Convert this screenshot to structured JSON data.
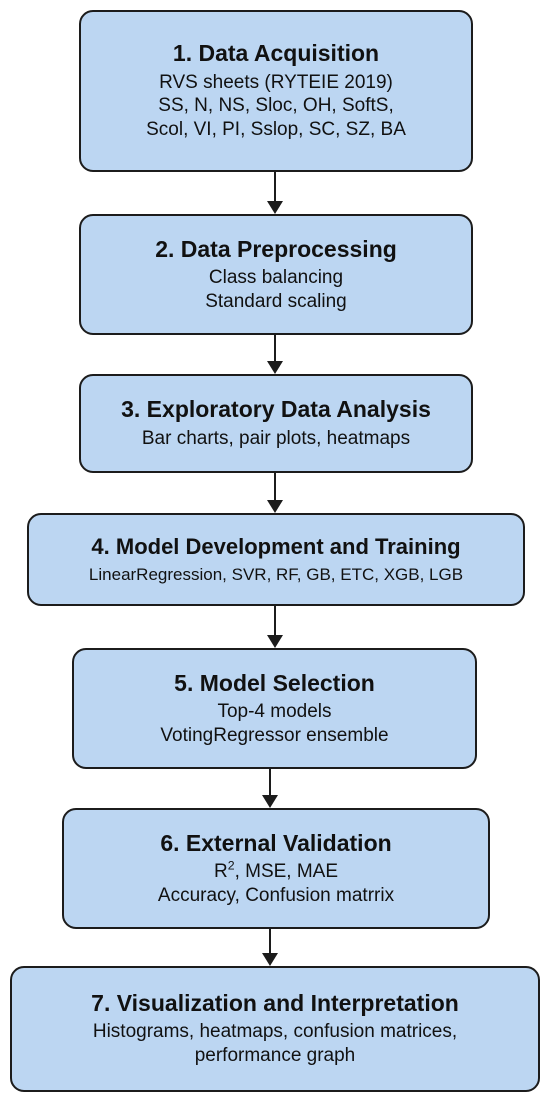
{
  "steps": [
    {
      "title": "1. Data Acquisition",
      "lines": [
        "RVS sheets (RYTEIE 2019)",
        "SS, N, NS, Sloc, OH, SoftS,",
        "Scol, VI, PI, Sslop, SC, SZ, BA"
      ]
    },
    {
      "title": "2. Data Preprocessing",
      "lines": [
        "Class balancing",
        "Standard scaling"
      ]
    },
    {
      "title": "3. Exploratory Data Analysis",
      "lines": [
        "Bar charts, pair plots, heatmaps"
      ]
    },
    {
      "title": "4. Model Development and Training",
      "lines": [
        "LinearRegression, SVR, RF, GB, ETC, XGB, LGB"
      ]
    },
    {
      "title": "5. Model Selection",
      "lines": [
        "Top-4 models",
        "VotingRegressor ensemble"
      ]
    },
    {
      "title": "6. External Validation",
      "lines": [
        "R",
        ", MSE, MAE",
        "Accuracy, Confusion matrrix"
      ],
      "superscript": "2"
    },
    {
      "title": "7. Visualization and Interpretation",
      "lines": [
        "Histograms, heatmaps, confusion matrices,",
        "performance graph"
      ]
    }
  ]
}
